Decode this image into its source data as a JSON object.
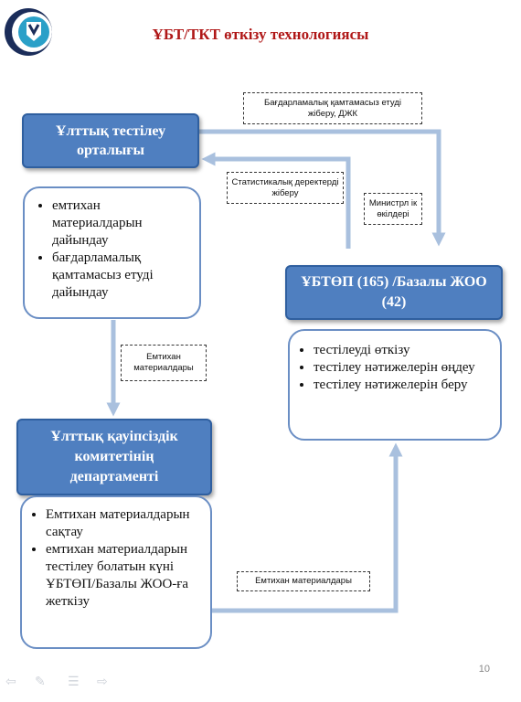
{
  "title": "ҰБТ/ТКТ өткізу технологиясы",
  "page_number": "10",
  "boxes": {
    "ntc": "Ұлттық тестілеу орталығы",
    "national_security": "Ұлттық қауіпсіздік комитетінің департаменті",
    "ubtop": "ҰБТӨП (165) /Базалы ЖОО (42)"
  },
  "lists": {
    "ntc_tasks": [
      "емтихан материалдарын дайындау",
      "бағдарламалық қамтамасыз етуді дайындау"
    ],
    "security_tasks": [
      "Емтихан материалдарын сақтау",
      "емтихан материалдарын тестілеу болатын күні ҰБТӨП/Базалы ЖОО-ға жеткізу"
    ],
    "ubtop_tasks": [
      "тестілеуді өткізу",
      "тестілеу нәтижелерін өңдеу",
      "тестілеу нәтижелерін беру"
    ]
  },
  "labels": {
    "software_send": "Бағдарламалық қамтамасыз етуді жіберу, ДЖК",
    "stats_send": "Статистикалық деректерді жіберу",
    "ministry": "Министрл ік өкілдері",
    "exam_materials_1": "Емтихан материалдары",
    "exam_materials_2": "Емтихан материалдары"
  },
  "colors": {
    "accent": "#4f7fc0",
    "arrow": "#a9c0de",
    "title": "#b01818"
  },
  "icons": [
    "logo-icon",
    "nav-prev-icon",
    "pen-icon",
    "menu-icon",
    "nav-next-icon"
  ]
}
